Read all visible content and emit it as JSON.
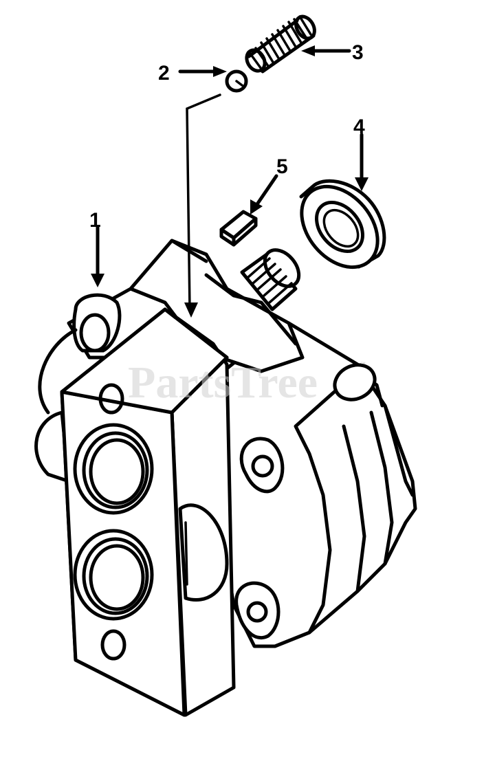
{
  "callouts": [
    {
      "id": "1",
      "label": "1"
    },
    {
      "id": "2",
      "label": "2"
    },
    {
      "id": "3",
      "label": "3"
    },
    {
      "id": "4",
      "label": "4"
    },
    {
      "id": "5",
      "label": "5"
    }
  ],
  "watermark": {
    "text": "PartsTree",
    "tm": "™"
  },
  "colors": {
    "ink": "#000000",
    "watermark": "#cfcfcf",
    "background": "#ffffff"
  }
}
